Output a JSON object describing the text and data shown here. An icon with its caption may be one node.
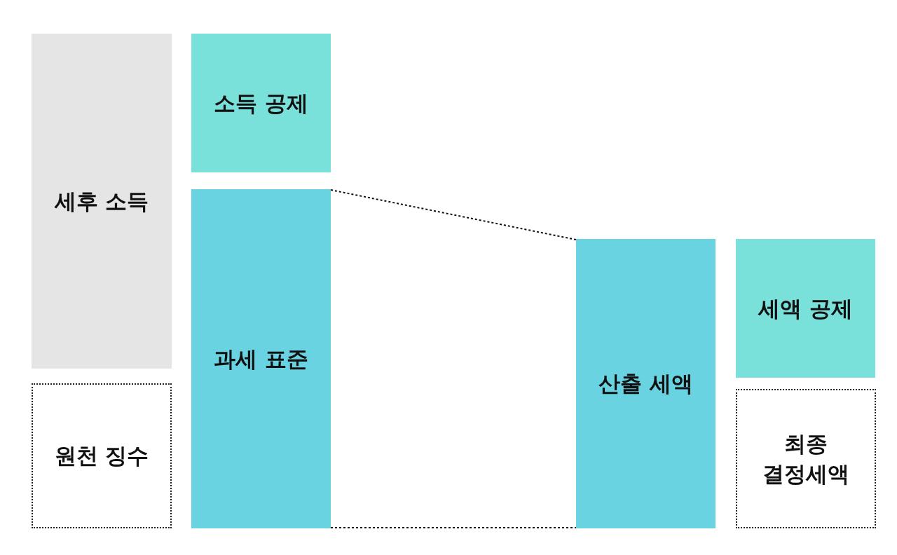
{
  "diagram": {
    "nodes": [
      {
        "text": [
          "세후 소득"
        ]
      },
      {
        "text": [
          "원천 징수"
        ]
      },
      {
        "text": [
          "소득 공제"
        ]
      },
      {
        "text": [
          "과세 표준"
        ]
      },
      {
        "text": [
          "산출 세액"
        ]
      },
      {
        "text": [
          "세액 공제"
        ]
      },
      {
        "text": [
          "최종 결정세액"
        ]
      }
    ],
    "edges": [
      {
        "from": 3,
        "to": 4,
        "arrow": "none",
        "style": "dashed"
      },
      {
        "from": 3,
        "to": 4,
        "arrow": "none",
        "style": "dashed"
      }
    ]
  }
}
